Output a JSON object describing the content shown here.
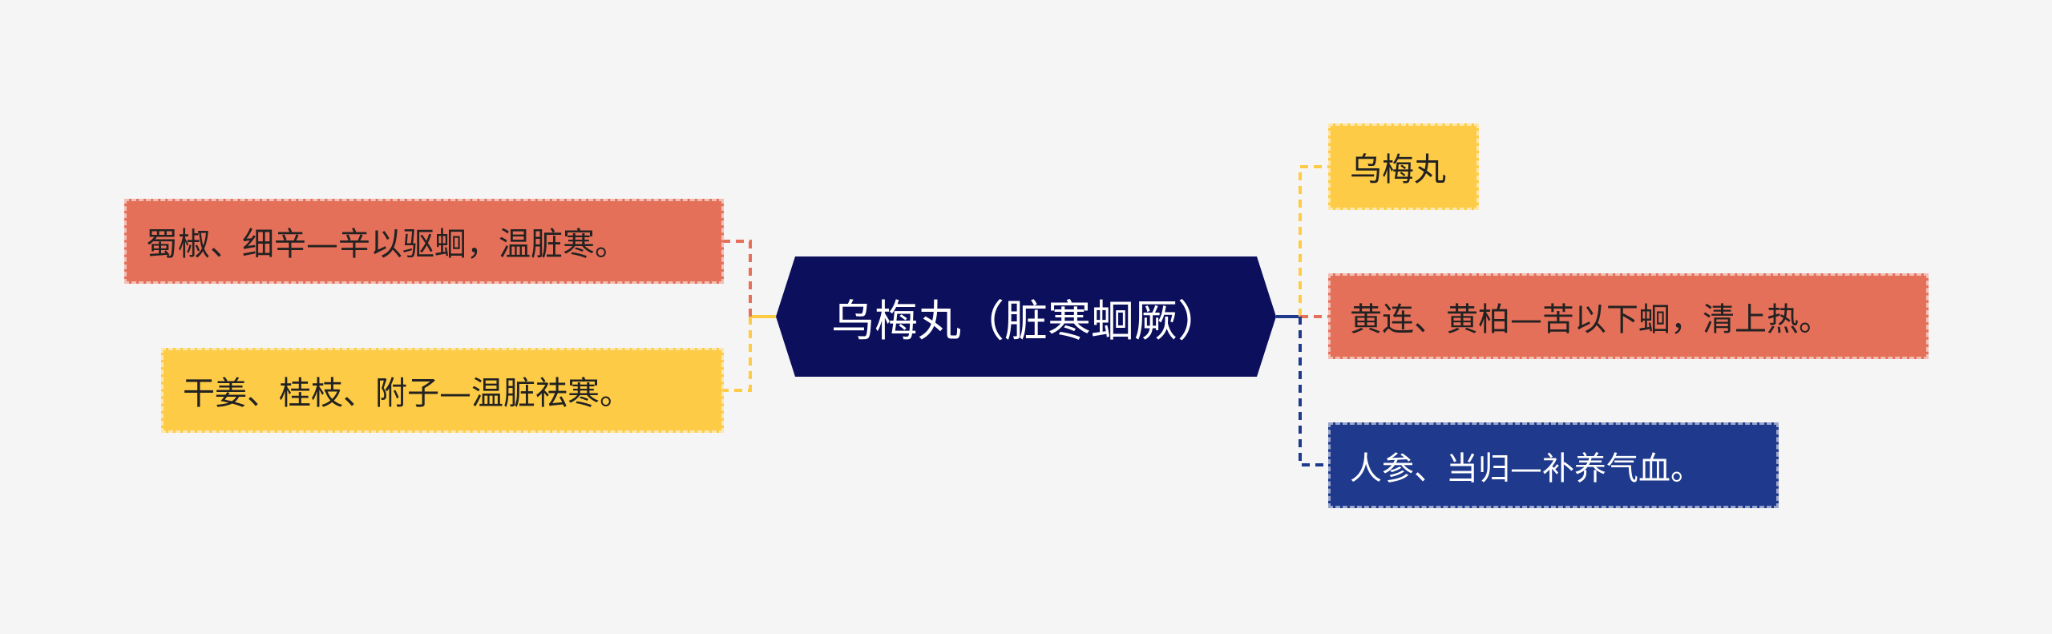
{
  "colors": {
    "background": "#f5f5f5",
    "root": "#0b0f5c",
    "red": "#e5705a",
    "yellow": "#fdcb46",
    "blue": "#1f3a8c"
  },
  "root": {
    "label": "乌梅丸（脏寒蛔厥）"
  },
  "left": [
    {
      "label": "蜀椒、细辛—辛以驱蛔，温脏寒。"
    },
    {
      "label": "干姜、桂枝、附子—温脏祛寒。"
    }
  ],
  "right": [
    {
      "label": "乌梅丸"
    },
    {
      "label": "黄连、黄柏—苦以下蛔，清上热。"
    },
    {
      "label": "人参、当归—补养气血。"
    }
  ]
}
